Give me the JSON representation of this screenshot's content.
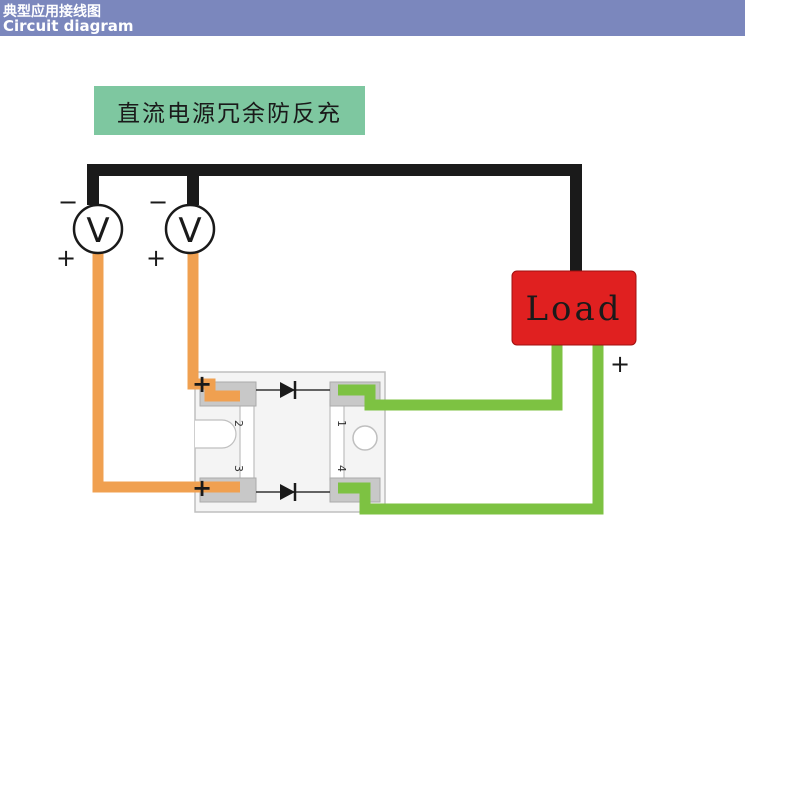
{
  "header": {
    "title_cn": "典型应用接线图",
    "title_en": "Circuit diagram",
    "background_color": "#7b87bd"
  },
  "diagram": {
    "title": "直流电源冗余防反充",
    "title_box_color": "#7ec7a0",
    "load_label": "Load",
    "load_color": "#e02020",
    "wire_colors": {
      "negative": "#1a1a1a",
      "source_positive": "#f0a050",
      "load_positive": "#7dc242"
    },
    "meters": [
      {
        "symbol": "V",
        "minus": "−",
        "plus": "+"
      },
      {
        "symbol": "V",
        "minus": "−",
        "plus": "+"
      }
    ],
    "load_plus": "+",
    "terminal_plus": [
      "+",
      "+"
    ],
    "pin_numbers": [
      "1",
      "2",
      "3",
      "4"
    ],
    "icons": [
      "voltmeter-icon",
      "diode-icon",
      "mounting-hole-icon"
    ]
  }
}
